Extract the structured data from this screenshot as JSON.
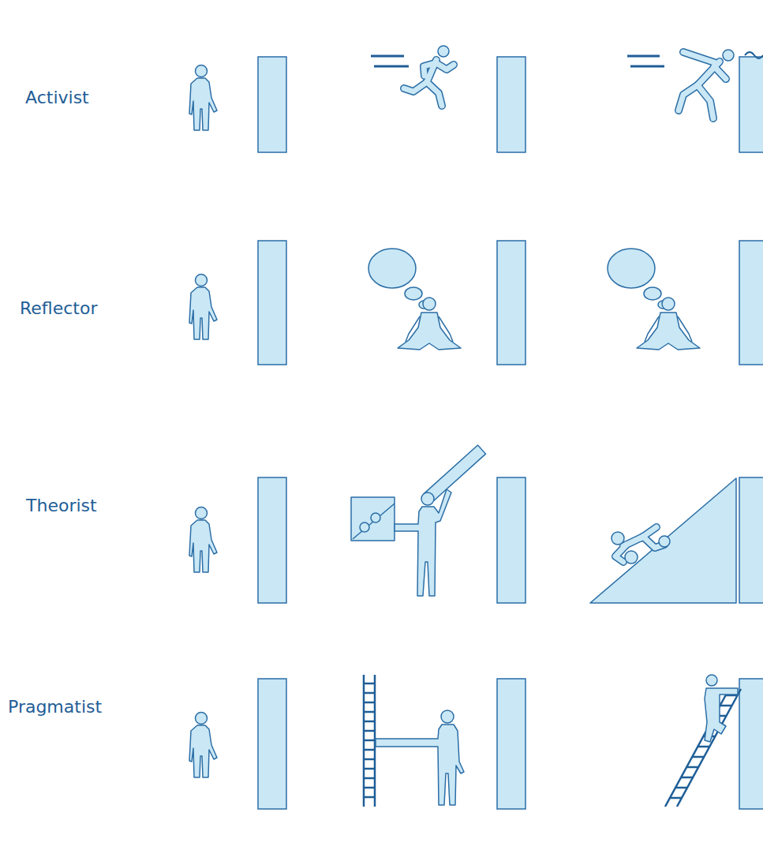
{
  "diagram": {
    "labels": [
      "Activist",
      "Reflector",
      "Theorist",
      "Pragmatist"
    ]
  }
}
